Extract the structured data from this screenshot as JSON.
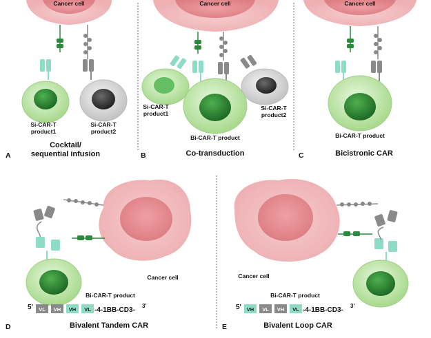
{
  "colors": {
    "tumor": "#f1b7b9",
    "tumor_core": "#e58e92",
    "tcell_green": "#b9e3a3",
    "nucleus_green": "#2f8a35",
    "tcell_gray": "#d6d6d6",
    "nucleus_gray": "#3e3e3e",
    "car_teal": "#8fdcc6",
    "car_gray": "#8a8a8a",
    "antigen_green": "#2c8a3c"
  },
  "panel_a": {
    "letter": "A",
    "tumor_label": "Cancer cell",
    "cell1_label": [
      "Si-CAR-T",
      "product1"
    ],
    "cell2_label": [
      "Si-CAR-T",
      "product2"
    ],
    "caption": [
      "Cocktail/",
      "sequential infusion"
    ]
  },
  "panel_b": {
    "letter": "B",
    "tumor_label": "Cancer cell",
    "cell1_label": [
      "Si-CAR-T",
      "product1"
    ],
    "cell2_label": [
      "Si-CAR-T",
      "product2"
    ],
    "center_label": "Bi-CAR-T product",
    "caption": "Co-transduction"
  },
  "panel_c": {
    "letter": "C",
    "tumor_label": "Cancer cell",
    "center_label": "Bi-CAR-T product",
    "caption": "Bicistronic CAR"
  },
  "panel_d": {
    "letter": "D",
    "tumor_label": "Cancer cell",
    "tcell_label": "Bi-CAR-T product",
    "seq_prime5": "5'",
    "seq_domains": [
      "VL",
      "VH",
      "VH",
      "VL"
    ],
    "seq_tail": "-4-1BB-CD3-",
    "seq_prime3": "3'",
    "caption": "Bivalent Tandem CAR"
  },
  "panel_e": {
    "letter": "E",
    "tumor_label": "Cancer cell",
    "tcell_label": "Bi-CAR-T product",
    "seq_prime5": "5'",
    "seq_domains": [
      "VH",
      "VL",
      "VH",
      "VL"
    ],
    "seq_tail": "-4-1BB-CD3-",
    "seq_prime3": "3'",
    "caption": "Bivalent Loop CAR"
  }
}
